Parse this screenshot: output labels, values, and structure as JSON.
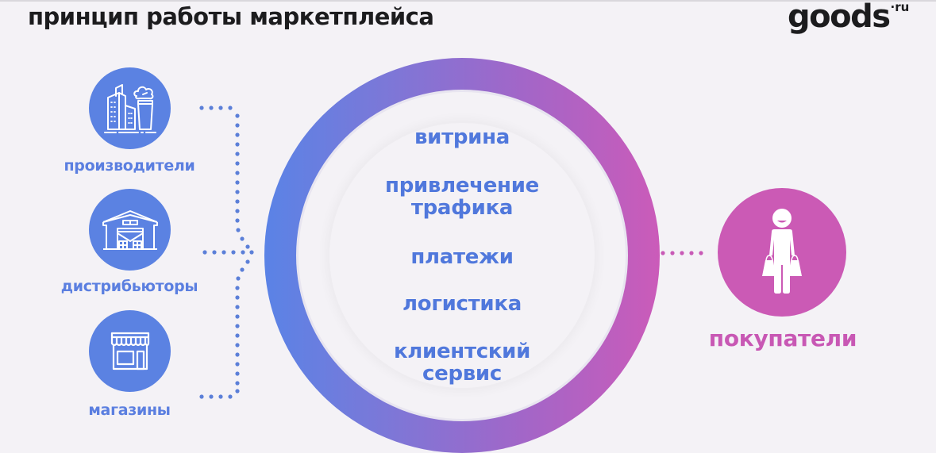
{
  "header": {
    "title": "принцип работы маркетплейса",
    "logo": {
      "main": "goods",
      "suffix": "·ru"
    }
  },
  "suppliers": [
    {
      "label": "производители",
      "icon": "factory-icon"
    },
    {
      "label": "дистрибьюторы",
      "icon": "warehouse-icon"
    },
    {
      "label": "магазины",
      "icon": "storefront-icon"
    }
  ],
  "marketplace": {
    "services": [
      {
        "line1": "витрина",
        "line2": ""
      },
      {
        "line1": "привлечение",
        "line2": "трафика"
      },
      {
        "line1": "платежи",
        "line2": ""
      },
      {
        "line1": "логистика",
        "line2": ""
      },
      {
        "line1": "клиентский",
        "line2": "сервис"
      }
    ]
  },
  "buyers": {
    "label": "покупатели",
    "icon": "shopper-icon"
  },
  "colors": {
    "background": "#f4f2f6",
    "supplier_blue": "#5b82e2",
    "service_text": "#5078dc",
    "ring_start": "#5a83e6",
    "ring_end": "#cb5bb9",
    "buyer_pink": "#cb5ab5",
    "title": "#1c1c1e"
  }
}
